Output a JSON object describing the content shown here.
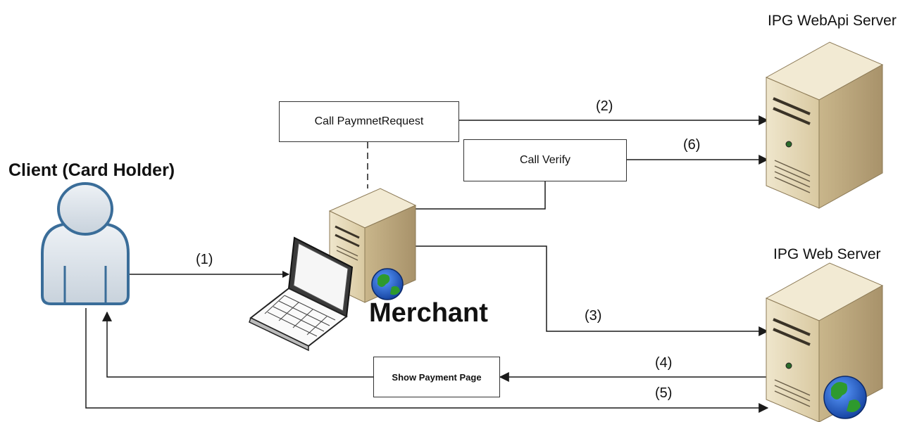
{
  "title": "",
  "actors": {
    "client": "Client (Card Holder)",
    "merchant": "Merchant",
    "webapi_server": "IPG WebApi Server",
    "web_server": "IPG Web Server"
  },
  "boxes": {
    "payment_request": "Call PaymnetRequest",
    "verify": "Call Verify",
    "show_payment_page": "Show Payment Page"
  },
  "steps": [
    "(1)",
    "(2)",
    "(3)",
    "(4)",
    "(5)",
    "(6)"
  ],
  "colors": {
    "line": "#1a1a1a",
    "server_body": "#e7dcc0",
    "server_shade": "#c7b48c",
    "person_fill": "#dde4ec",
    "person_stroke": "#3a6d99",
    "globe_ocean": "#1f5fd6",
    "globe_land": "#2e9a2e"
  },
  "icons": [
    "person-icon",
    "laptop-icon",
    "server-icon",
    "globe-icon"
  ]
}
